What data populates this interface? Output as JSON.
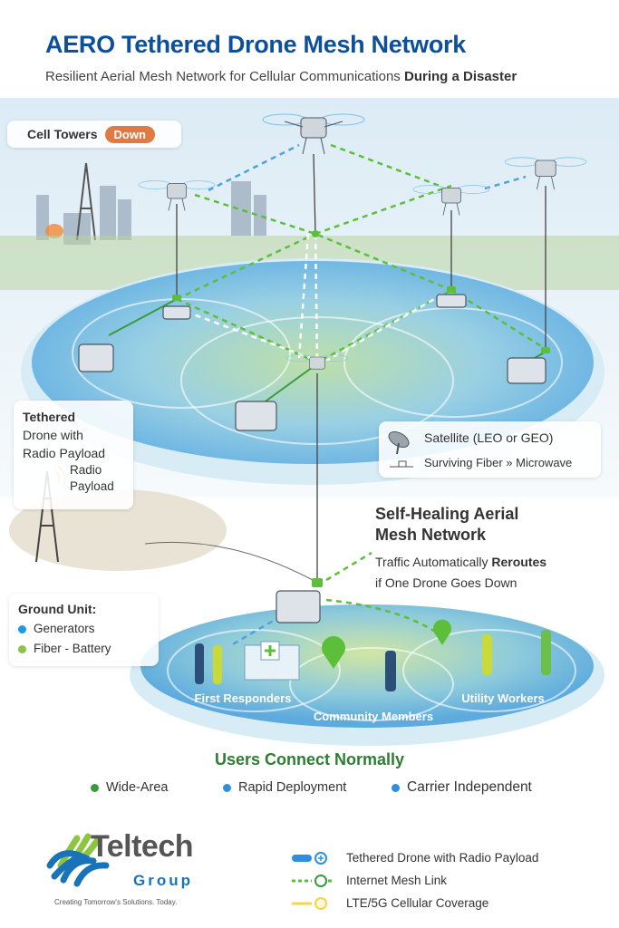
{
  "header": {
    "title": "AERO Tethered Drone Mesh Network",
    "subtitle_regular": "Resilient Aerial Mesh Network for Cellular Communications",
    "subtitle_bold": "During a Disaster"
  },
  "status": {
    "label": "Cell Towers",
    "badge": "Down",
    "badge_color": "#e07a45"
  },
  "tethered_card": {
    "title": "Tethered",
    "line2": "Drone with",
    "line3": "Radio Payload",
    "payload_line1": "Radio",
    "payload_line2": "Payload"
  },
  "backhaul": {
    "satellite": "Satellite (LEO or GEO)",
    "fiber": "Surviving Fiber » Microwave"
  },
  "self_healing": {
    "title_line1": "Self-Healing Aerial",
    "title_line2": "Mesh Network",
    "desc_regular": "Traffic Automatically",
    "desc_bold": "Reroutes",
    "desc_line2": "if One Drone Goes Down"
  },
  "ground_unit": {
    "title": "Ground Unit:",
    "items": [
      {
        "label": "Generators",
        "color": "#1e9be0"
      },
      {
        "label": "Fiber - Battery",
        "color": "#8bc34a"
      }
    ]
  },
  "zones": {
    "first_responders": "First Responders",
    "community": "Community Members",
    "utility": "Utility Workers"
  },
  "users": {
    "title": "Users Connect Normally",
    "bullets": [
      {
        "label": "Wide-Area",
        "color": "#3a9a3e"
      },
      {
        "label": "Rapid Deployment",
        "color": "#2d8fe0"
      },
      {
        "label": "Carrier Independent",
        "color": "#2d8fe0"
      }
    ]
  },
  "logo": {
    "name": "Teltech",
    "group": "Group",
    "tagline": "Creating Tomorrow's Solutions. Today."
  },
  "legend": [
    {
      "label": "Tethered Drone with Radio Payload",
      "icon": "drone-icon",
      "color": "#2d8fe0"
    },
    {
      "label": "Internet Mesh Link",
      "icon": "mesh-link-icon",
      "color": "#5cbf3a"
    },
    {
      "label": "LTE/5G Cellular Coverage",
      "icon": "coverage-icon",
      "color": "#f5d547"
    }
  ]
}
